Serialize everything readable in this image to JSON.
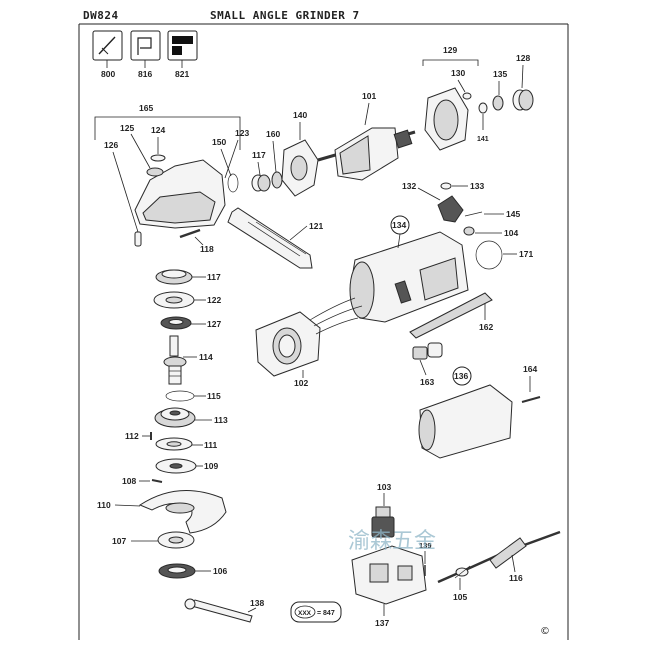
{
  "header": {
    "model": "DW824",
    "title": "SMALL ANGLE GRINDER 7"
  },
  "parts": {
    "p800": "800",
    "p816": "816",
    "p821": "821",
    "p165": "165",
    "p125": "125",
    "p124": "124",
    "p123": "123",
    "p126": "126",
    "p150": "150",
    "p117a": "117",
    "p160": "160",
    "p140": "140",
    "p101": "101",
    "p129": "129",
    "p130": "130",
    "p135": "135",
    "p128": "128",
    "p141": "141",
    "p132": "132",
    "p133": "133",
    "p145": "145",
    "p104": "104",
    "p171": "171",
    "p134": "134",
    "p121": "121",
    "p118": "118",
    "p117b": "117",
    "p122": "122",
    "p127": "127",
    "p114": "114",
    "p115": "115",
    "p113": "113",
    "p112": "112",
    "p111": "111",
    "p109": "109",
    "p108": "108",
    "p110": "110",
    "p107": "107",
    "p106": "106",
    "p138": "138",
    "p102": "102",
    "p162": "162",
    "p163": "163",
    "p136": "136",
    "p164": "164",
    "p103": "103",
    "p139": "139",
    "p116": "116",
    "p105": "105",
    "p137": "137"
  },
  "kit_badge": {
    "code": "XXX",
    "ref": "= 847"
  },
  "watermark": "渝森五金",
  "copyright": "©"
}
